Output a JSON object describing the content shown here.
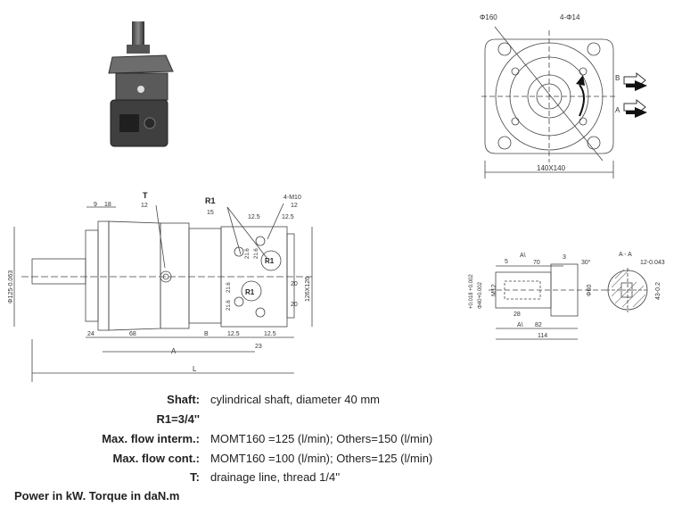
{
  "drawing": {
    "top_right": {
      "d160": "Φ160",
      "holes": "4-Φ14",
      "port_b": "B",
      "port_a": "A",
      "size": "140X140"
    },
    "side_view": {
      "t_label": "T",
      "t_sub": "12",
      "r1_label": "R1",
      "r1_sub": "15",
      "m10": "4-M10",
      "m10_sub": "12",
      "d12_5a": "12.5",
      "d12_5b": "12.5",
      "r1_port": "R1",
      "r1_port2": "R1",
      "d21_6a": "21.6",
      "d21_6b": "21.6",
      "d21_6c": "21.6",
      "d21_6d": "21.6",
      "d20a": "20",
      "d20b": "20",
      "d126": "126X126",
      "d125": "Φ125-0.063",
      "d9": "9",
      "d18": "18",
      "d24": "24",
      "d68": "68",
      "dB": "B",
      "d12_5c": "12.5",
      "d12_5d": "12.5",
      "d23": "23",
      "dA": "A",
      "dL": "L"
    },
    "shaft_view": {
      "d5": "5",
      "a1_top": "A\\",
      "d70": "70",
      "d3": "3",
      "d30": "30°",
      "tol": "+0.018\n+0.002",
      "d40": "Φ40+0.002",
      "m12": "M12",
      "d60": "Φ60",
      "d28": "28",
      "a1_bot": "A\\",
      "d82": "82",
      "d114": "114",
      "section": "A - A",
      "key": "12-0.043",
      "d43": "43-0.2"
    }
  },
  "specs": [
    {
      "label": "Shaft:",
      "value": "cylindrical shaft, diameter 40 mm"
    },
    {
      "label": "R1=3/4''",
      "value": ""
    },
    {
      "label": "Max. flow interm.:",
      "value": "MOMT160 =125 (l/min); Others=150 (l/min)"
    },
    {
      "label": "Max. flow cont.:",
      "value": "MOMT160 =100 (l/min); Others=125 (l/min)"
    },
    {
      "label": "T:",
      "value": "drainage line, thread 1/4''"
    }
  ],
  "footer": "Power in kW. Torque in daN.m"
}
